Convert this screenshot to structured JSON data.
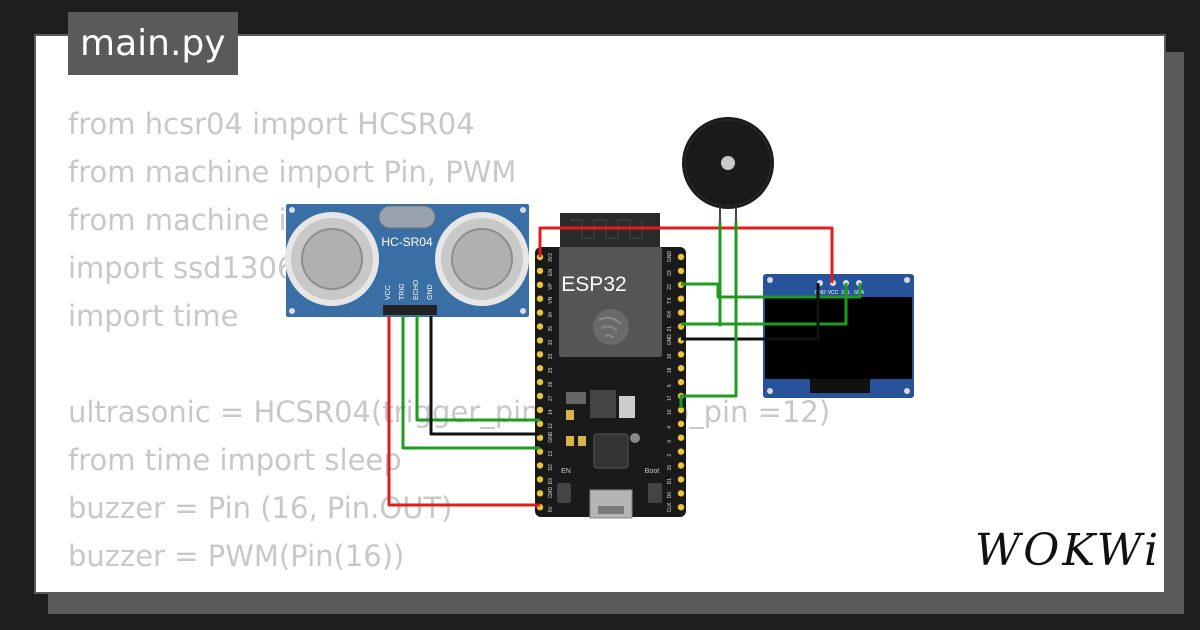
{
  "tab": {
    "title": "main.py"
  },
  "code_lines": [
    "from hcsr04 import HCSR04",
    "from machine import Pin, PWM",
    "from machine import I2C",
    "import ssd1306",
    "import time",
    "",
    "ultrasonic = HCSR04(trigger_pin=13, echo_pin =12)",
    "from time import sleep",
    "buzzer = Pin (16, Pin.OUT)",
    "buzzer = PWM(Pin(16))"
  ],
  "components": {
    "hcsr04": {
      "label": "HC-SR04",
      "pins": [
        "VCC",
        "TRIG",
        "ECHO",
        "GND"
      ]
    },
    "esp32": {
      "label": "ESP32",
      "left_pins": [
        "3V3",
        "EN",
        "VP",
        "VN",
        "34",
        "35",
        "32",
        "33",
        "25",
        "26",
        "27",
        "14",
        "12",
        "GND",
        "13",
        "D2",
        "D3",
        "CMD",
        "5V"
      ],
      "right_pins": [
        "GND",
        "23",
        "22",
        "TX",
        "RX",
        "21",
        "GND",
        "19",
        "18",
        "5",
        "17",
        "16",
        "4",
        "0",
        "2",
        "15",
        "D1",
        "D0",
        "CLK"
      ],
      "en_label": "EN",
      "boot_label": "Boot"
    },
    "oled": {
      "pins": [
        "GND",
        "VCC",
        "SCL",
        "SDA"
      ]
    }
  },
  "colors": {
    "wire_red": "#e31b1b",
    "wire_green": "#1f9c1f",
    "wire_black": "#111111",
    "sensor_blue": "#3a6fa5",
    "board_black": "#1a1a1a"
  },
  "logo": {
    "text": "WOKWi"
  }
}
